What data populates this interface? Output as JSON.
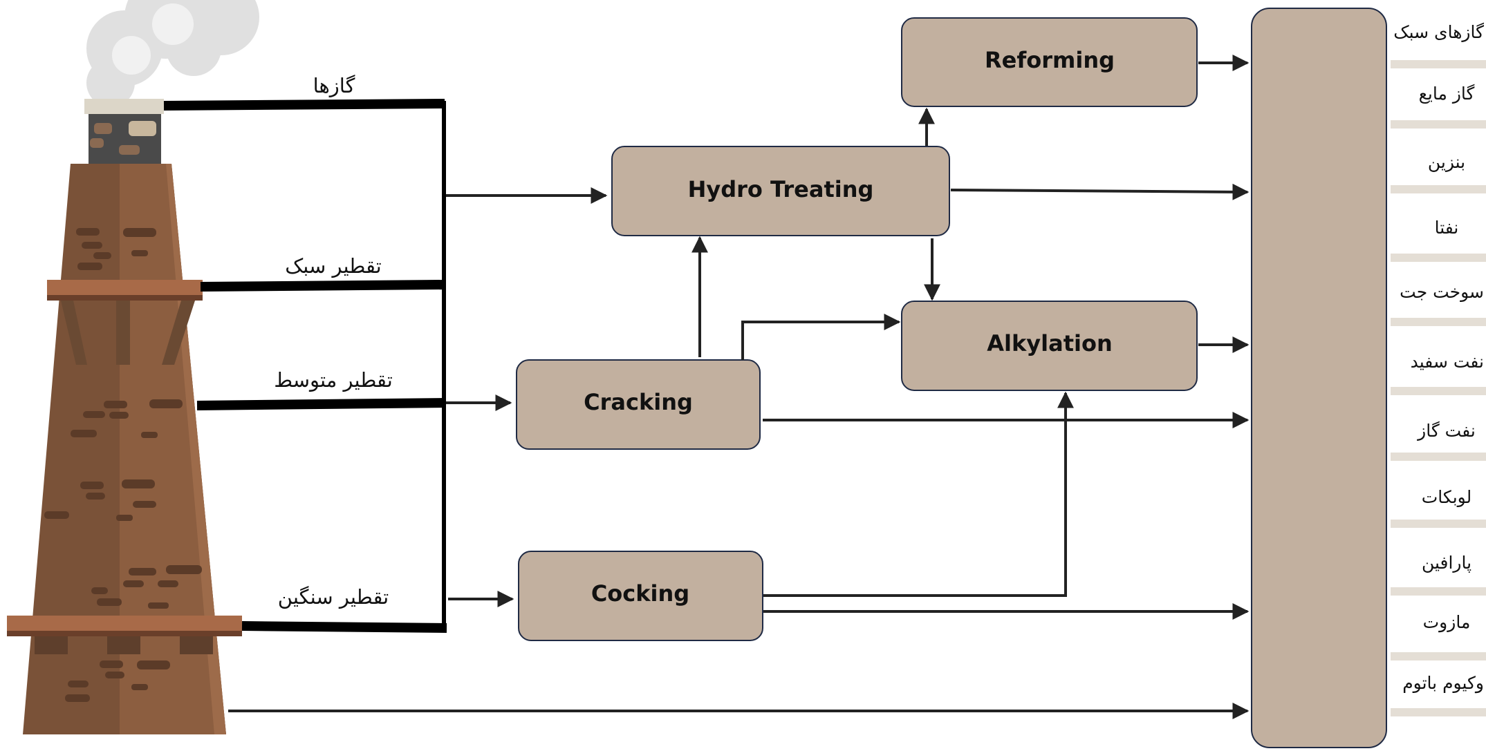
{
  "feeds": [
    {
      "id": "gases",
      "label": "گازها"
    },
    {
      "id": "light",
      "label": "تقطیر سبک"
    },
    {
      "id": "middle",
      "label": "تقطیر متوسط"
    },
    {
      "id": "heavy",
      "label": "تقطیر سنگین"
    }
  ],
  "units": {
    "reforming": "Reforming",
    "hydro_treating": "Hydro Treating",
    "alkylation": "Alkylation",
    "cracking": "Cracking",
    "cocking": "Cocking"
  },
  "products": [
    "گازهای سبک",
    "گاز مایع",
    "بنزین",
    "نفتا",
    "سوخت جت",
    "نفت سفید",
    "نفت گاز",
    "لوبکات",
    "پارافین",
    "مازوت",
    "وکیوم باتوم"
  ],
  "colors": {
    "unit_fill": "#c2b09f",
    "unit_border": "#1f2a44",
    "line": "#222222",
    "tower_dark": "#6f4e37",
    "tower_light": "#8a5b3c",
    "platform": "#a86a48",
    "collector_fill": "#c2b09f",
    "product_separator": "#e4ded5",
    "smoke": "#e2e2e2"
  },
  "icons": {
    "tower": "distillation-tower-icon",
    "smoke": "smoke-cloud-icon"
  }
}
